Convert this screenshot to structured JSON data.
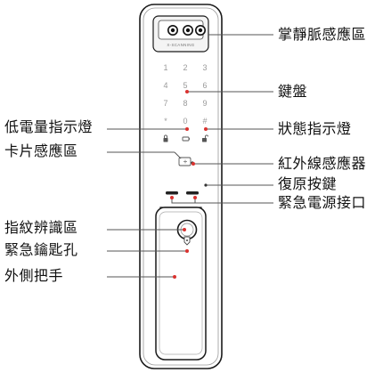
{
  "labels": {
    "palm_vein": "掌靜脈感應區",
    "keypad": "鍵盤",
    "low_battery": "低電量指示燈",
    "status": "狀態指示燈",
    "card": "卡片感應區",
    "infrared": "紅外線感應器",
    "reset": "復原按鍵",
    "emergency_power": "緊急電源接口",
    "fingerprint": "指紋辨識區",
    "emergency_key": "緊急鑰匙孔",
    "handle": "外側把手"
  },
  "brand_text": "X-SCANNING",
  "keypad_keys": [
    "1",
    "2",
    "3",
    "4",
    "5",
    "6",
    "7",
    "8",
    "9",
    "*",
    "0",
    "#"
  ]
}
